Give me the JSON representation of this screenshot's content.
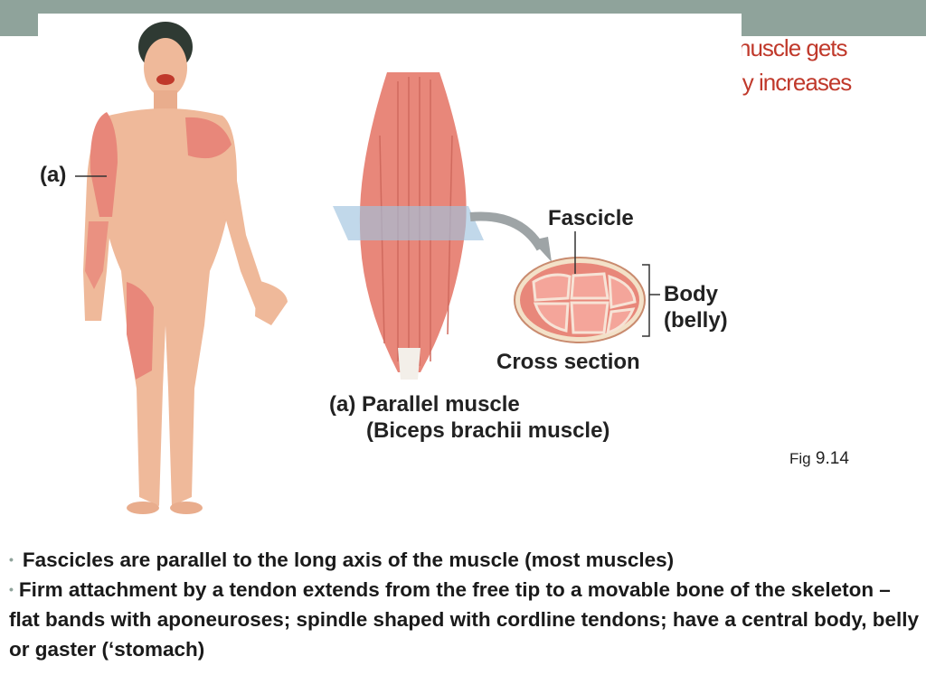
{
  "slide": {
    "title_line_1": "nuscle gets",
    "title_line_2": "ly increases",
    "figure_caption_prefix": "Fig",
    "figure_caption_number": "9.14"
  },
  "figure": {
    "body_label": "(a)",
    "fascicle_label": "Fascicle",
    "body_belly_label_1": "Body",
    "body_belly_label_2": "(belly)",
    "cross_section_label": "Cross section",
    "caption_line_1": "(a) Parallel muscle",
    "caption_line_2": "(Biceps brachii muscle)"
  },
  "bullets": [
    "Fascicles are parallel to the long axis of the muscle (most muscles)",
    "Firm attachment by a tendon extends from the free tip to a movable bone of the skeleton – flat bands with aponeuroses; spindle shaped with cordline tendons; have a central body, belly or gaster (‘stomach)"
  ],
  "colors": {
    "accent_bar": "#8fa39b",
    "title_text": "#c0392b",
    "muscle": "#e8877a",
    "skin": "#efb99a"
  }
}
